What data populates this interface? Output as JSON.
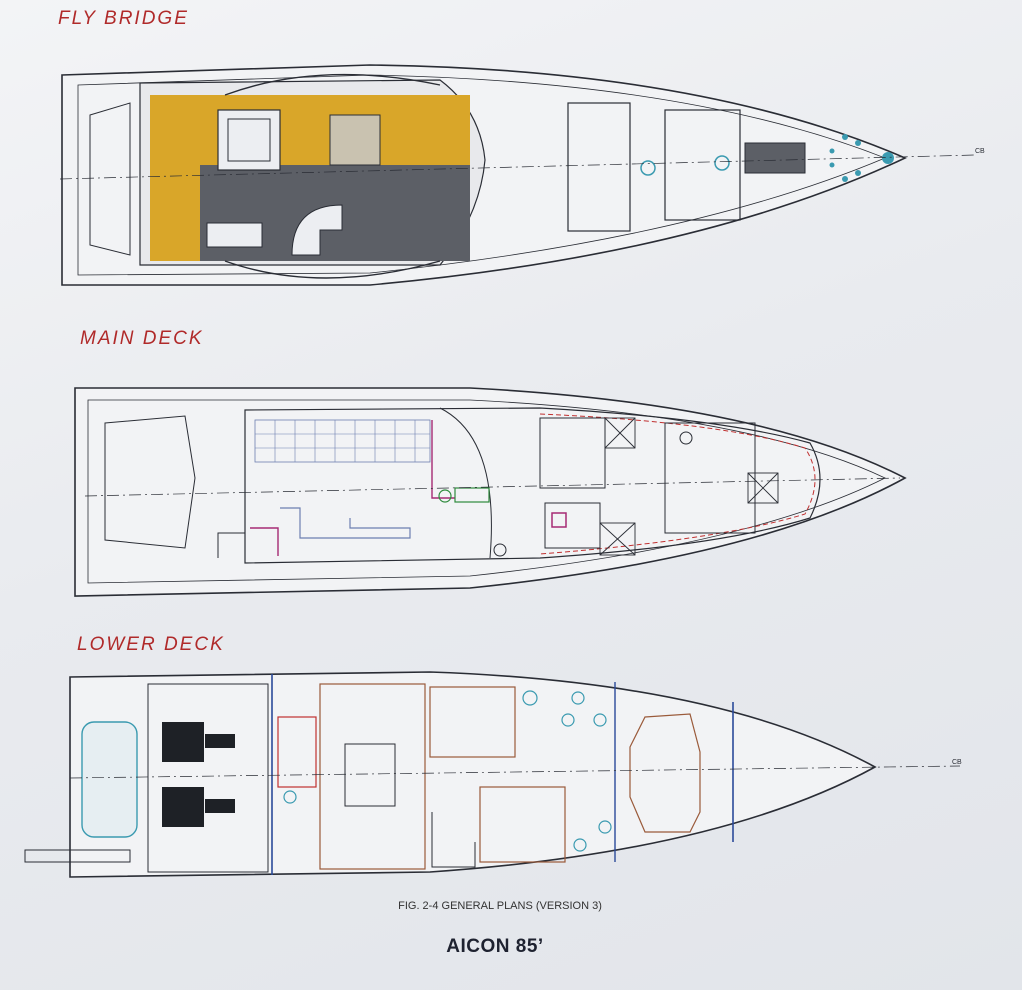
{
  "labels": {
    "fly_bridge": "FLY BRIDGE",
    "main_deck": "MAIN DECK",
    "lower_deck": "LOWER DECK",
    "caption": "FIG. 2-4 GENERAL PLANS (VERSION 3)",
    "title": "AICON 85’",
    "centerline": "CB"
  },
  "colors": {
    "paper": "#eceef2",
    "label_red": "#b02a2a",
    "deck_yellow": "#d9a629",
    "deck_teak": "#5c5f66",
    "line": "#2a2d35",
    "tile_blue": "#6d7fb0",
    "magenta": "#a62a74",
    "green": "#2e8a3c",
    "cyan": "#3a9ab0",
    "wall_blue": "#2b4a9a",
    "wall_brown": "#9a5a3a",
    "wall_red": "#c03030"
  }
}
